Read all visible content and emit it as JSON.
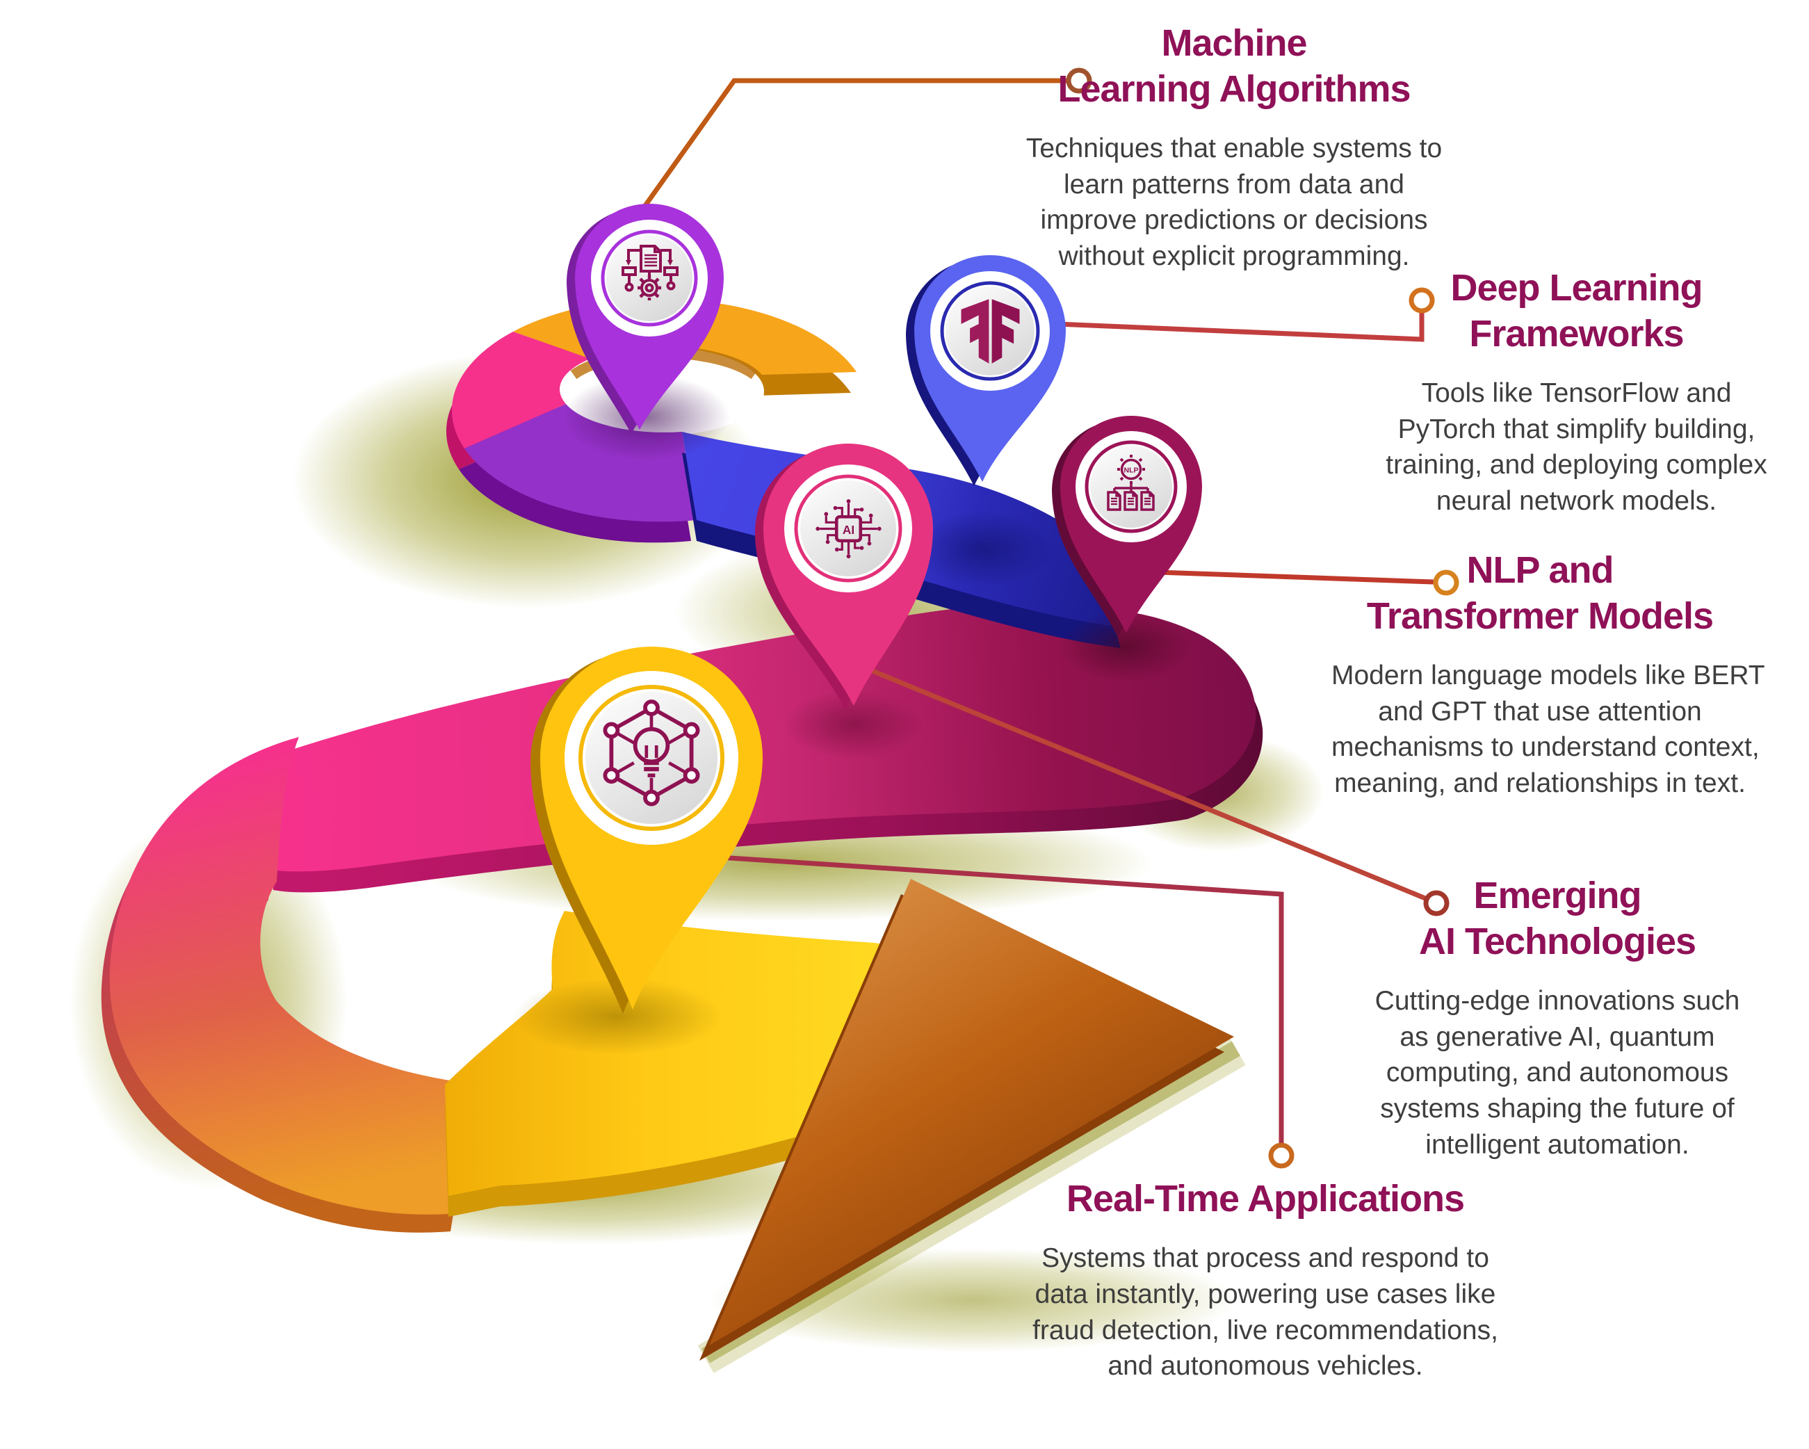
{
  "title_color": "#8F1157",
  "body_color": "#3E3E3E",
  "sections": [
    {
      "id": "machine-learning-algorithms",
      "title_lines": [
        "Machine",
        "Learning Algorithms"
      ],
      "body_lines": [
        "Techniques that enable systems to",
        "learn patterns from data and",
        "improve predictions or decisions",
        "without explicit programming."
      ],
      "pin_color": "#A832DC",
      "icon": "flowchart-gear-icon",
      "connector_color": "#C05A15"
    },
    {
      "id": "deep-learning-frameworks",
      "title_lines": [
        "Deep Learning",
        "Frameworks"
      ],
      "body_lines": [
        "Tools like TensorFlow and",
        "PyTorch that simplify building,",
        "training, and deploying complex",
        "neural network models."
      ],
      "pin_color": "#5A64F0",
      "icon": "tensorflow-icon",
      "connector_color": "#C23E3E"
    },
    {
      "id": "nlp-transformer-models",
      "title_lines": [
        "NLP and",
        "Transformer Models"
      ],
      "body_lines": [
        "Modern language models like BERT",
        "and GPT that use attention",
        "mechanisms to understand context,",
        "meaning, and relationships in text."
      ],
      "pin_color": "#9C1458",
      "icon": "nlp-gear-documents-icon",
      "icon_label": "NLP",
      "connector_color": "#C0392B"
    },
    {
      "id": "emerging-ai-technologies",
      "title_lines": [
        "Emerging",
        "AI Technologies"
      ],
      "body_lines": [
        "Cutting-edge innovations such",
        "as generative AI, quantum",
        "computing, and autonomous",
        "systems shaping the future of",
        "intelligent automation."
      ],
      "pin_color": "#E73480",
      "icon": "ai-chip-icon",
      "icon_label": "AI",
      "connector_color": "#BC4438"
    },
    {
      "id": "real-time-applications",
      "title_lines": [
        "Real-Time Applications"
      ],
      "body_lines": [
        "Systems that process and respond to",
        "data instantly, powering use cases like",
        "fraud detection, live recommendations,",
        "and autonomous vehicles."
      ],
      "pin_color": "#FFC40F",
      "icon": "bulb-network-icon",
      "connector_color": "#A93048"
    }
  ],
  "road_colors": {
    "orange": "#F7A51B",
    "pink": "#F5318C",
    "purple": "#9431C8",
    "blue": "#4845E8",
    "navy": "#1E1E96",
    "maroon": "#8E1152",
    "yellow": "#FFD51C",
    "arrow_orange": "#BE6214",
    "icon_maroon": "#8E1152"
  }
}
